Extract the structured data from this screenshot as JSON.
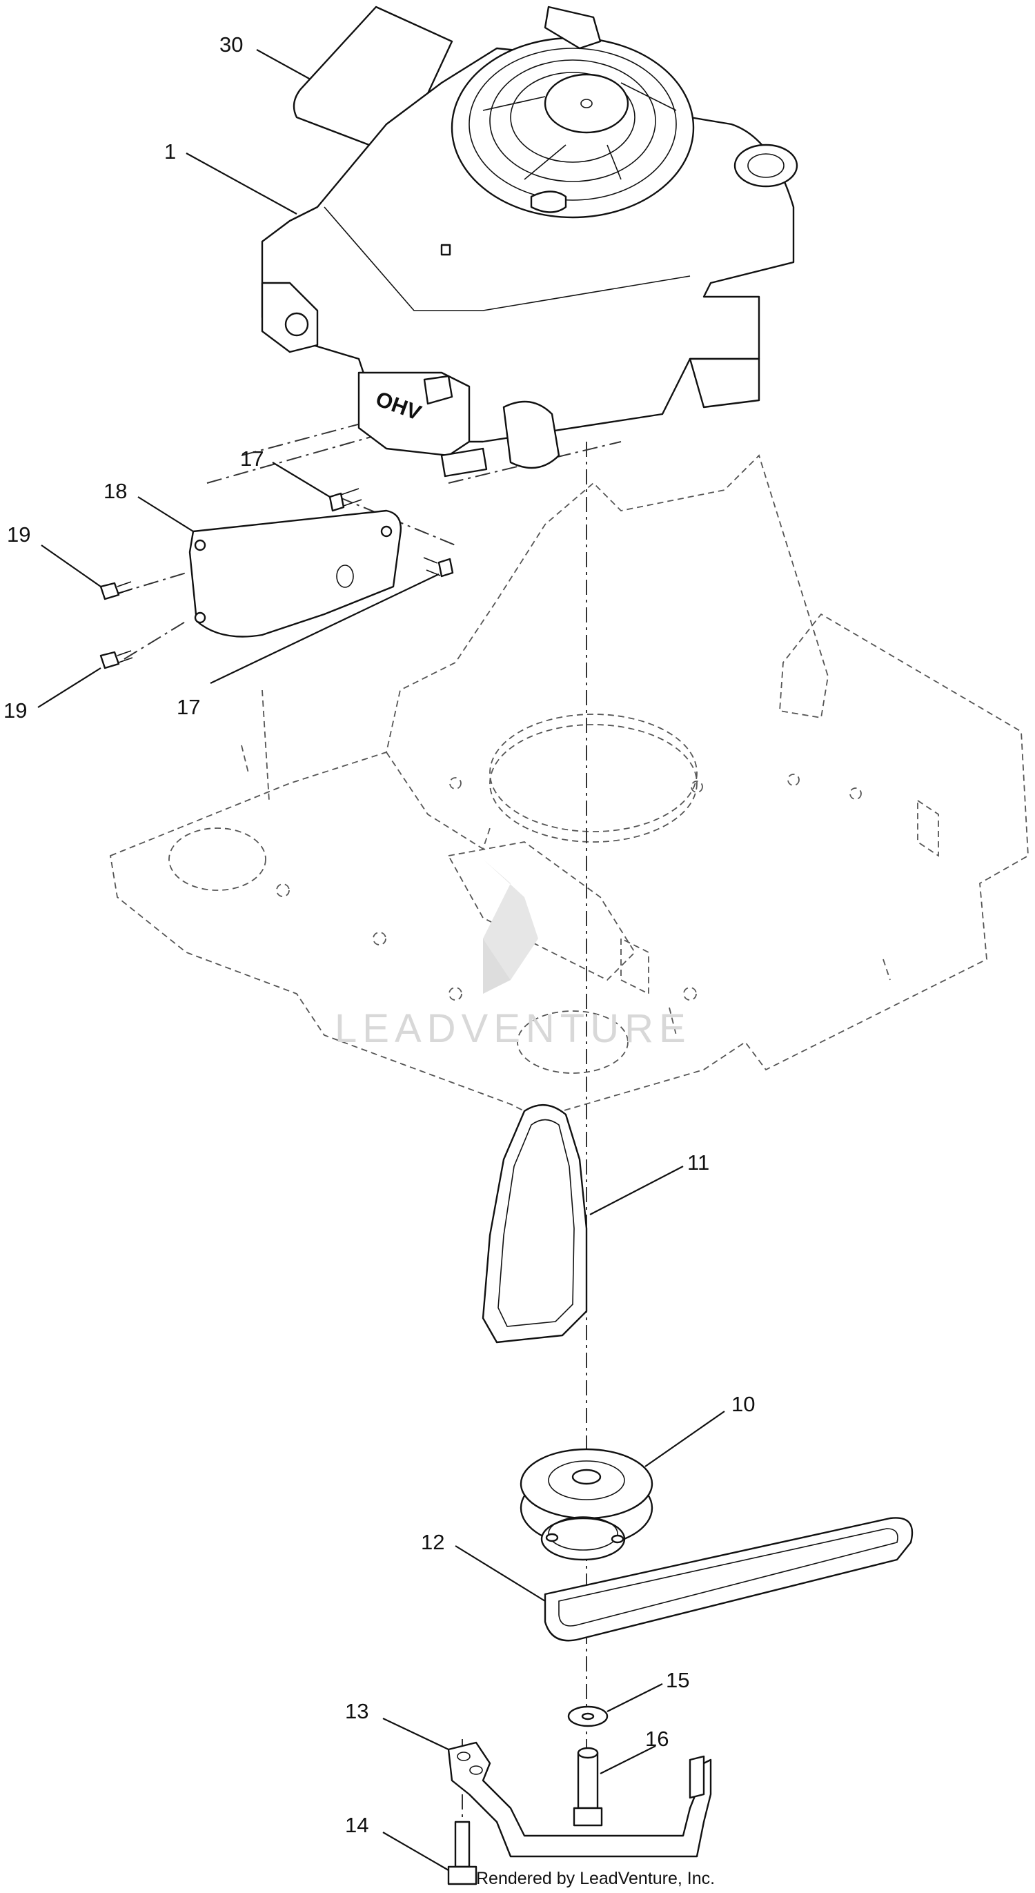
{
  "callouts": {
    "c1": "1",
    "c10": "10",
    "c11": "11",
    "c12": "12",
    "c13": "13",
    "c14": "14",
    "c15": "15",
    "c16": "16",
    "c17a": "17",
    "c17b": "17",
    "c18": "18",
    "c19a": "19",
    "c19b": "19",
    "c30": "30"
  },
  "engine_badge": "OHV",
  "watermark": "LEADVENTURE",
  "footer": "Rendered by LeadVenture, Inc."
}
